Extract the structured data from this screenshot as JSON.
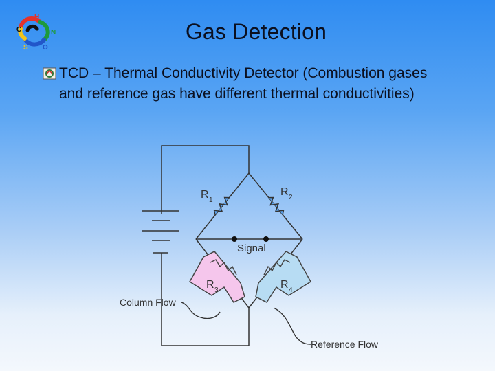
{
  "slide": {
    "title": "Gas Detection",
    "bullet_text": "TCD – Thermal Conductivity Detector (Combustion gases and reference gas have different thermal conductivities)"
  },
  "logo": {
    "letters": [
      "C",
      "H",
      "N",
      "S",
      "O"
    ]
  },
  "diagram": {
    "labels": {
      "r1": "R",
      "r1_sub": "1",
      "r2": "R",
      "r2_sub": "2",
      "r3": "R",
      "r3_sub": "3",
      "r4": "R",
      "r4_sub": "4",
      "signal": "Signal",
      "column_flow": "Column Flow",
      "reference_flow": "Reference Flow"
    },
    "colors": {
      "wire": "#333333",
      "column_cell": "#f5c6ec",
      "reference_cell": "#b7dcf3"
    }
  }
}
